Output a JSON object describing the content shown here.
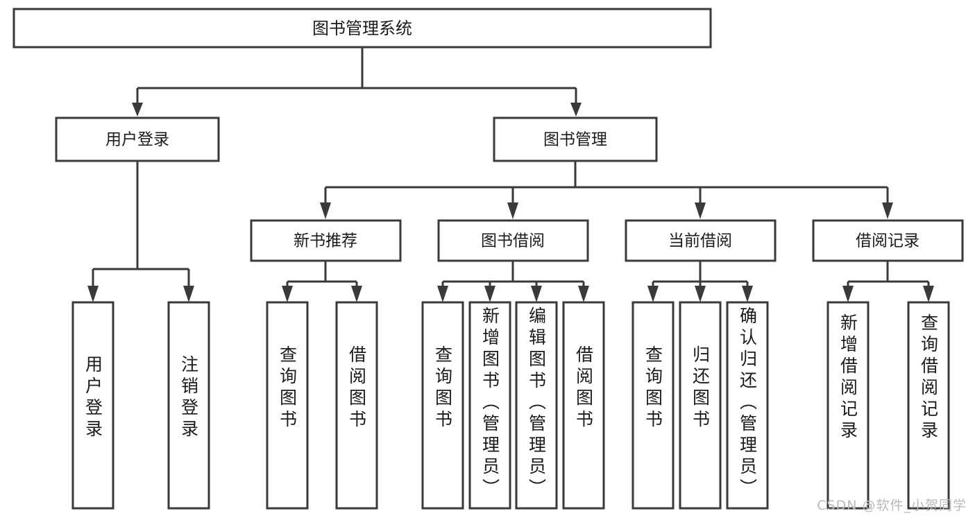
{
  "diagram": {
    "title": "图书管理系统",
    "type": "tree-hierarchy",
    "watermark": "CSDN @软件_小贺同学",
    "colors": {
      "stroke": "#3a3a3a",
      "fill": "#ffffff",
      "text": "#1a1a1a",
      "watermark": "#b9b9b9",
      "background": "#ffffff"
    }
  },
  "nodes": {
    "root": {
      "label": "图书管理系统"
    },
    "level2": [
      {
        "label": "用户登录"
      },
      {
        "label": "图书管理"
      }
    ],
    "level3": [
      {
        "label": "新书推荐"
      },
      {
        "label": "图书借阅"
      },
      {
        "label": "当前借阅"
      },
      {
        "label": "借阅记录"
      }
    ],
    "leaves": {
      "user_login": [
        {
          "label": "用户登录"
        },
        {
          "label": "注销登录"
        }
      ],
      "new_book": [
        {
          "label": "查询图书"
        },
        {
          "label": "借阅图书"
        }
      ],
      "book_borrow": [
        {
          "label": "查询图书"
        },
        {
          "label": "新增图书（管理员）"
        },
        {
          "label": "编辑图书（管理员）"
        },
        {
          "label": "借阅图书"
        }
      ],
      "current_borrow": [
        {
          "label": "查询图书"
        },
        {
          "label": "归还图书"
        },
        {
          "label": "确认归还（管理员）"
        }
      ],
      "borrow_record": [
        {
          "label": "新增借阅记录"
        },
        {
          "label": "查询借阅记录"
        }
      ]
    }
  },
  "chart_data": {
    "type": "table",
    "title": "图书管理系统",
    "hierarchy": [
      {
        "label": "图书管理系统",
        "children": [
          {
            "label": "用户登录",
            "children": [
              {
                "label": "用户登录"
              },
              {
                "label": "注销登录"
              }
            ]
          },
          {
            "label": "图书管理",
            "children": [
              {
                "label": "新书推荐",
                "children": [
                  {
                    "label": "查询图书"
                  },
                  {
                    "label": "借阅图书"
                  }
                ]
              },
              {
                "label": "图书借阅",
                "children": [
                  {
                    "label": "查询图书"
                  },
                  {
                    "label": "新增图书（管理员）"
                  },
                  {
                    "label": "编辑图书（管理员）"
                  },
                  {
                    "label": "借阅图书"
                  }
                ]
              },
              {
                "label": "当前借阅",
                "children": [
                  {
                    "label": "查询图书"
                  },
                  {
                    "label": "归还图书"
                  },
                  {
                    "label": "确认归还（管理员）"
                  }
                ]
              },
              {
                "label": "借阅记录",
                "children": [
                  {
                    "label": "新增借阅记录"
                  },
                  {
                    "label": "查询借阅记录"
                  }
                ]
              }
            ]
          }
        ]
      }
    ]
  }
}
